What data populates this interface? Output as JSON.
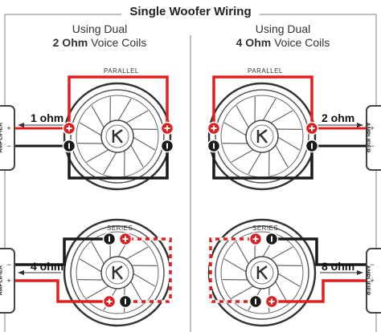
{
  "title": "Single Woofer Wiring",
  "left_heading": {
    "line1": "Using Dual",
    "bold": "2 Ohm",
    "rest": " Voice Coils"
  },
  "right_heading": {
    "line1": "Using Dual",
    "bold": "4 Ohm",
    "rest": " Voice Coils"
  },
  "labels": {
    "parallel": "PARALLEL",
    "series": "SERIES",
    "amplifier": "AMPLIFIER"
  },
  "impedances": {
    "top_left": "1 ohm",
    "top_right": "2 ohm",
    "bottom_left": "4 ohm",
    "bottom_right": "8 ohm"
  },
  "terminal_symbols": {
    "plus": "+",
    "minus": "−"
  },
  "colors": {
    "positive": "#e02020",
    "negative": "#1a1a1a",
    "dash_white": "#ffffff",
    "frame": "#999999"
  }
}
